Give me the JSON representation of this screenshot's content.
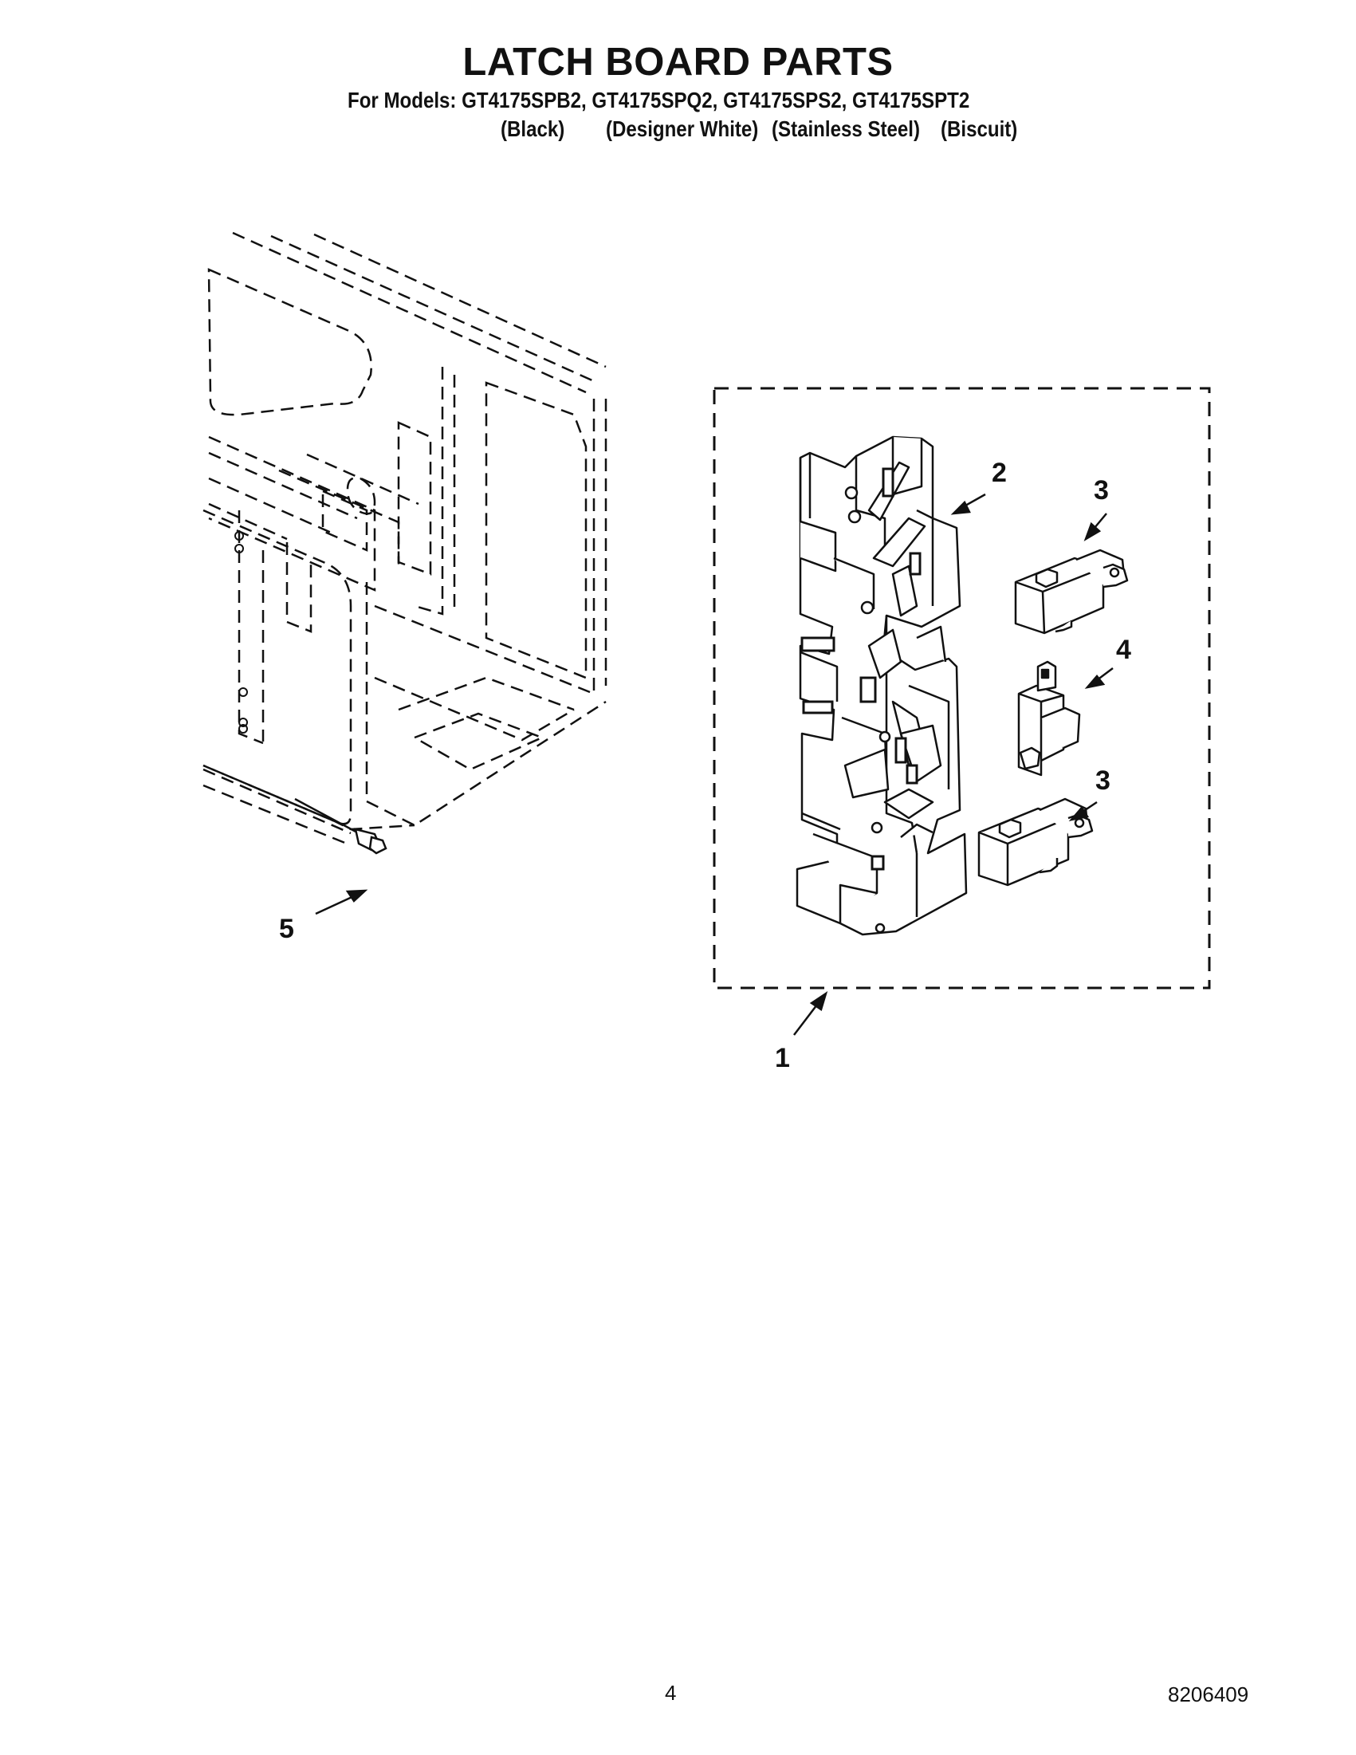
{
  "header": {
    "title": "LATCH BOARD PARTS",
    "models_line": "For Models: GT4175SPB2, GT4175SPQ2, GT4175SPS2, GT4175SPT2",
    "colors": [
      "(Black)",
      "(Designer White)",
      "(Stainless Steel)",
      "(Biscuit)"
    ]
  },
  "callouts": {
    "c1": "1",
    "c2": "2",
    "c3a": "3",
    "c3b": "3",
    "c4": "4",
    "c5": "5"
  },
  "footer": {
    "page_number": "4",
    "document_number": "8206409"
  }
}
